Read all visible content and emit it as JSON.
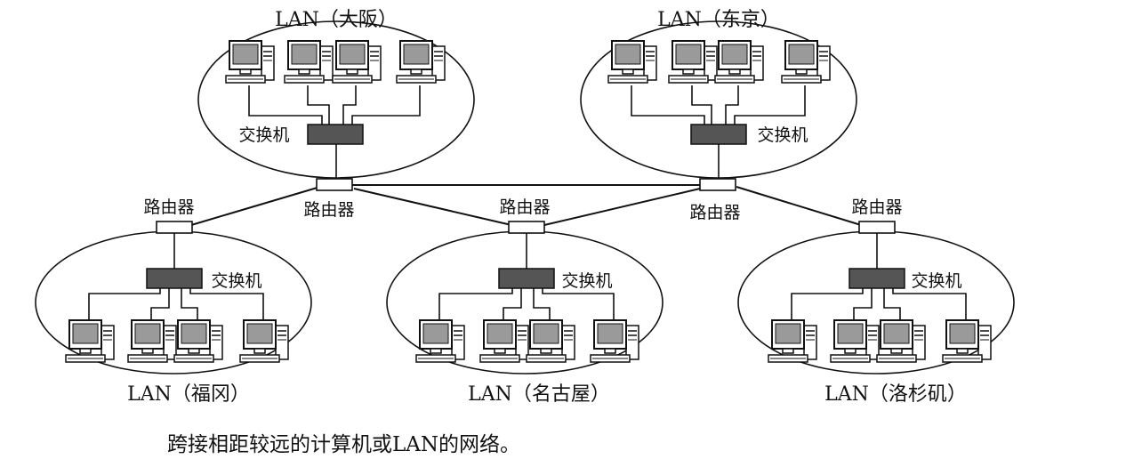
{
  "lans": [
    {
      "key": "osaka",
      "title": "LAN（大阪）",
      "switch_label": "交换机"
    },
    {
      "key": "tokyo",
      "title": "LAN（东京）",
      "switch_label": "交换机"
    },
    {
      "key": "fukuoka",
      "title": "LAN（福冈）",
      "switch_label": "交换机"
    },
    {
      "key": "nagoya",
      "title": "LAN（名古屋）",
      "switch_label": "交换机"
    },
    {
      "key": "la",
      "title": "LAN（洛杉矶）",
      "switch_label": "交换机"
    }
  ],
  "routers": {
    "osaka": "路由器",
    "tokyo": "路由器",
    "fukuoka": "路由器",
    "nagoya": "路由器",
    "la": "路由器"
  },
  "caption": "跨接相距较远的计算机或LAN的网络。",
  "icons": {
    "computer": "computer-icon",
    "switch": "switch-icon",
    "router": "router-icon"
  },
  "colors": {
    "line": "#111111",
    "switch_fill": "#555555",
    "monitor_screen": "#9a9a9a",
    "router_fill": "#ffffff"
  }
}
